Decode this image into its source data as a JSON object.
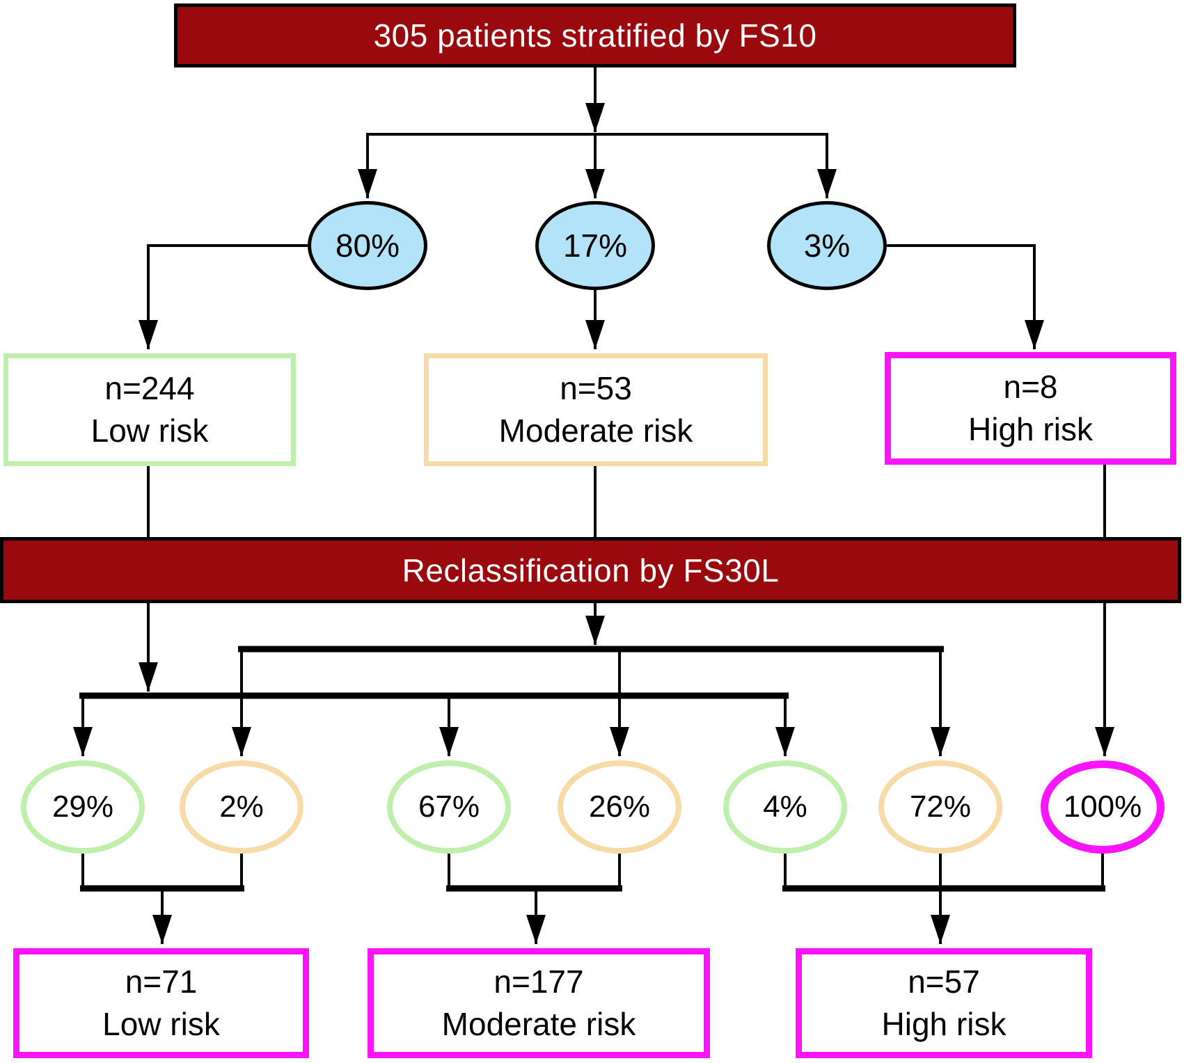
{
  "banners": {
    "top": "305 patients stratified by FS10",
    "middle": "Reclassification by FS30L"
  },
  "colors": {
    "banner_red": "#9A090D",
    "ellipse_blue_fill": "#B3E3F8",
    "low_risk_green": "#BEF0AC",
    "moderate_risk_orange": "#F8DAA6",
    "high_risk_magenta": "#FA14FA",
    "line_black": "#000000"
  },
  "fs10_split": [
    {
      "percent": "80%"
    },
    {
      "percent": "17%"
    },
    {
      "percent": "3%"
    }
  ],
  "fs10_groups": [
    {
      "n": "n=244",
      "risk": "Low risk"
    },
    {
      "n": "n=53",
      "risk": "Moderate risk"
    },
    {
      "n": "n=8",
      "risk": "High risk"
    }
  ],
  "fs30l_split": [
    {
      "percent": "29%",
      "border": "green"
    },
    {
      "percent": "2%",
      "border": "orange"
    },
    {
      "percent": "67%",
      "border": "green"
    },
    {
      "percent": "26%",
      "border": "orange"
    },
    {
      "percent": "4%",
      "border": "green"
    },
    {
      "percent": "72%",
      "border": "orange"
    },
    {
      "percent": "100%",
      "border": "magenta"
    }
  ],
  "fs30l_groups": [
    {
      "n": "n=71",
      "risk": "Low risk"
    },
    {
      "n": "n=177",
      "risk": "Moderate risk"
    },
    {
      "n": "n=57",
      "risk": "High risk"
    }
  ]
}
